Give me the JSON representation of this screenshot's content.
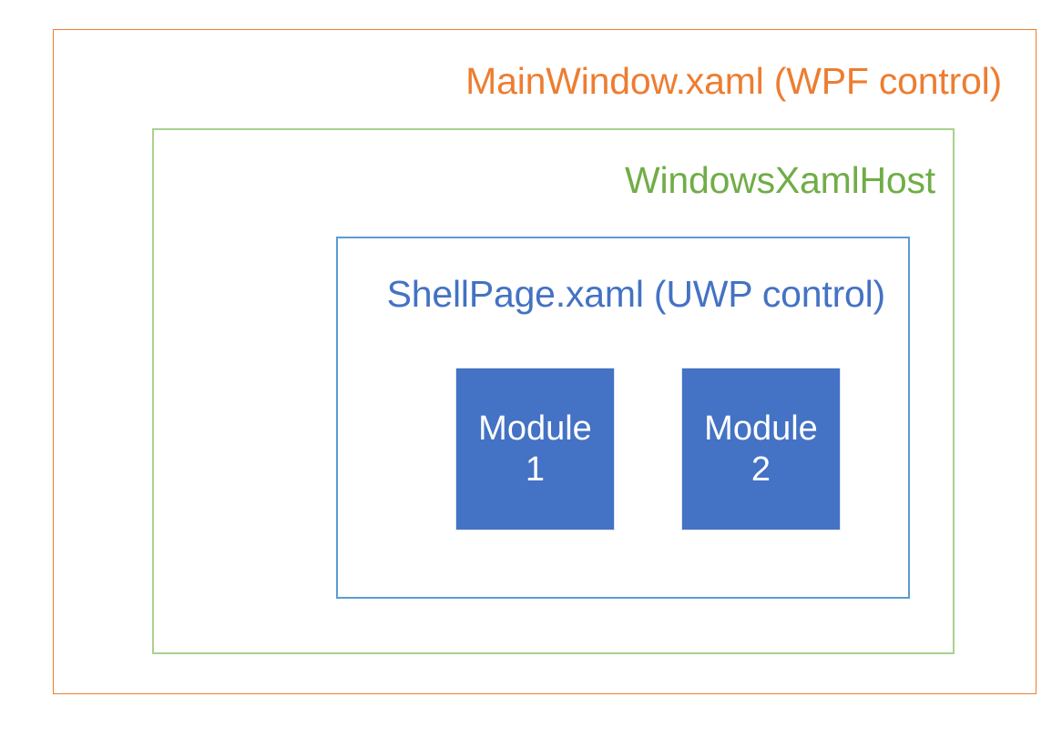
{
  "diagram": {
    "type": "nested-architecture-boxes",
    "background_color": "#FFFFFF",
    "layers": [
      {
        "name": "outer-layer",
        "label": "MainWindow.xaml (WPF control)",
        "color": "#ED7D31",
        "border_color": "#ED7D31",
        "label_align": "right"
      },
      {
        "name": "middle-layer",
        "label": "WindowsXamlHost",
        "color": "#70AD47",
        "border_color": "#A9D18E",
        "label_align": "right"
      },
      {
        "name": "inner-layer",
        "label": "ShellPage.xaml (UWP control)",
        "color": "#4472C4",
        "border_color": "#5B9BD5",
        "label_align": "right"
      }
    ],
    "modules": [
      {
        "name": "Module",
        "number": "1",
        "fill_color": "#4472C4",
        "text_color": "#FFFFFF"
      },
      {
        "name": "Module",
        "number": "2",
        "fill_color": "#4472C4",
        "text_color": "#FFFFFF"
      }
    ]
  }
}
